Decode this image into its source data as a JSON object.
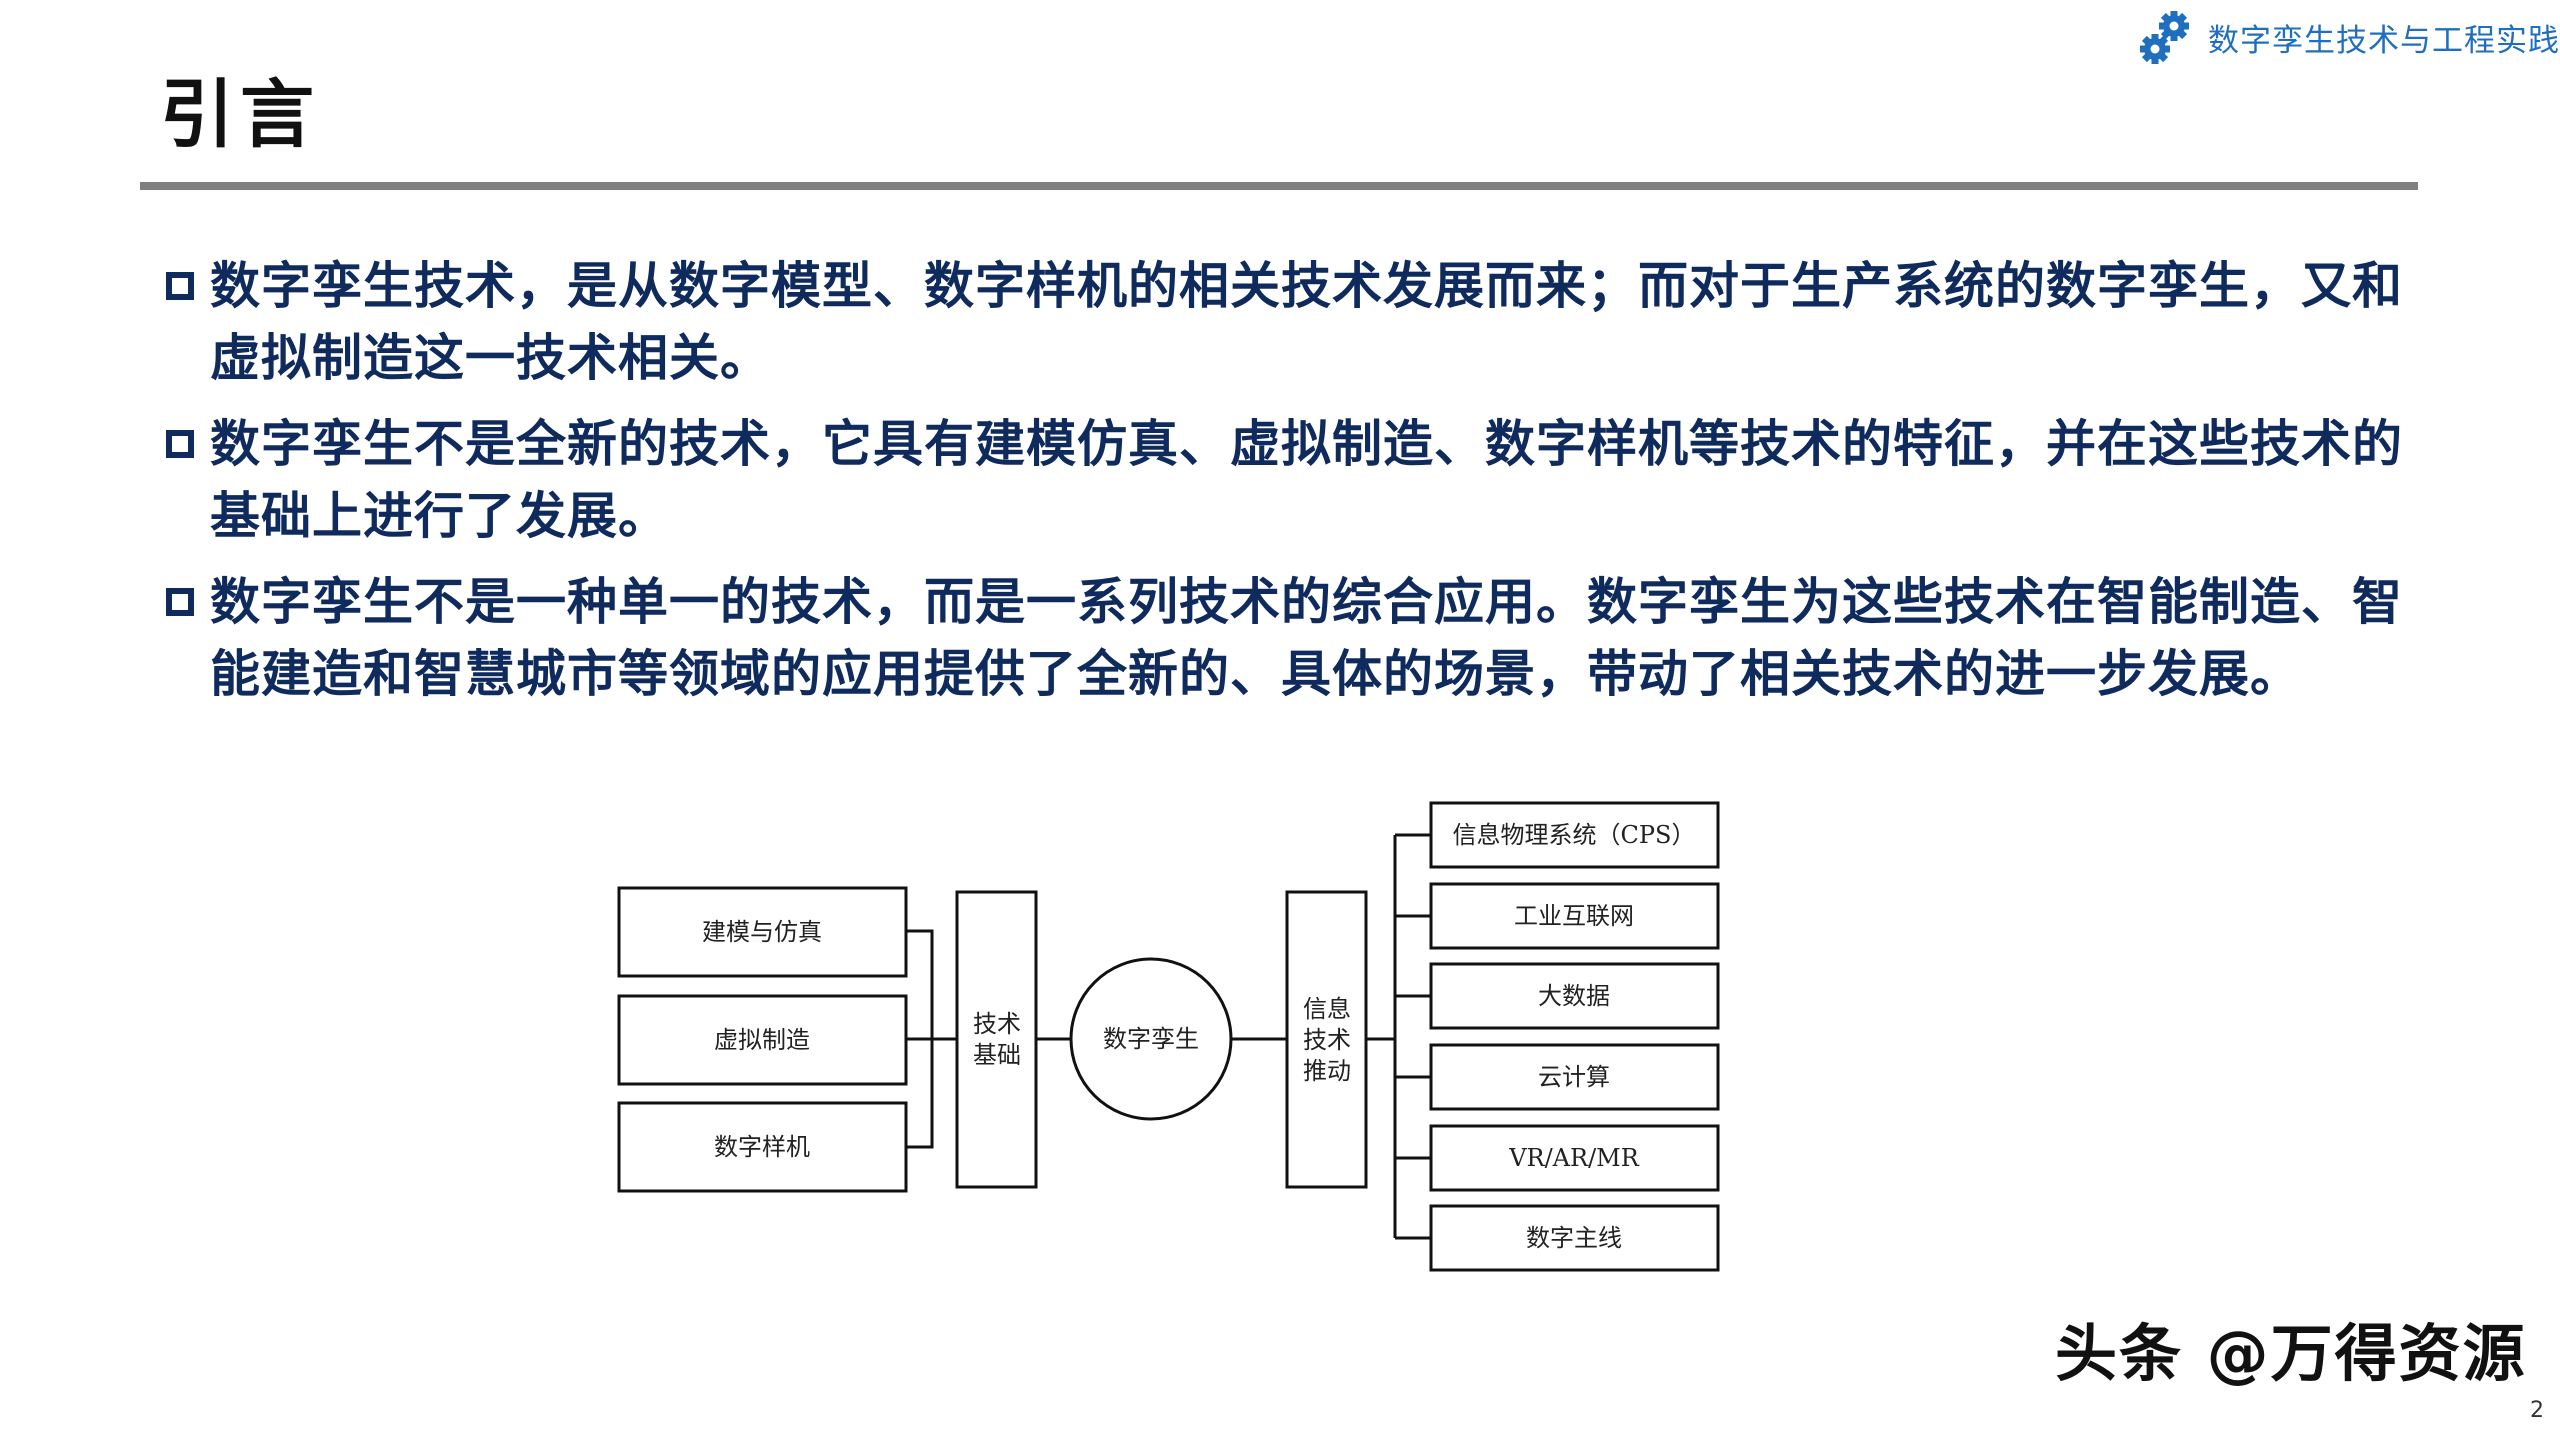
{
  "header": {
    "brand_icon": "gears-icon",
    "brand_text": "数字孪生技术与工程实践",
    "brand_color": "#1f6fbe"
  },
  "title": "引言",
  "bullets": [
    {
      "icon": "square-bullet-icon",
      "text": "数字孪生技术，是从数字模型、数字样机的相关技术发展而来；而对于生产系统的数字孪生，又和虚拟制造这一技术相关。"
    },
    {
      "icon": "square-bullet-icon",
      "text": "数字孪生不是全新的技术，它具有建模仿真、虚拟制造、数字样机等技术的特征，并在这些技术的基础上进行了发展。"
    },
    {
      "icon": "square-bullet-icon",
      "text": "数字孪生不是一种单一的技术，而是一系列技术的综合应用。数字孪生为这些技术在智能制造、智能建造和智慧城市等领域的应用提供了全新的、具体的场景，带动了相关技术的进一步发展。"
    }
  ],
  "diagram": {
    "left_items": [
      "建模与仿真",
      "虚拟制造",
      "数字样机"
    ],
    "tech_base": [
      "技术",
      "基础"
    ],
    "center": "数字孪生",
    "info_drive": [
      "信息",
      "技术",
      "推动"
    ],
    "right_items": [
      "信息物理系统（CPS）",
      "工业互联网",
      "大数据",
      "云计算",
      "VR/AR/MR",
      "数字主线"
    ]
  },
  "footer": {
    "watermark": "头条 @万得资源",
    "page_number": "2"
  },
  "colors": {
    "text": "#0f2a5c",
    "rule": "#808080"
  }
}
